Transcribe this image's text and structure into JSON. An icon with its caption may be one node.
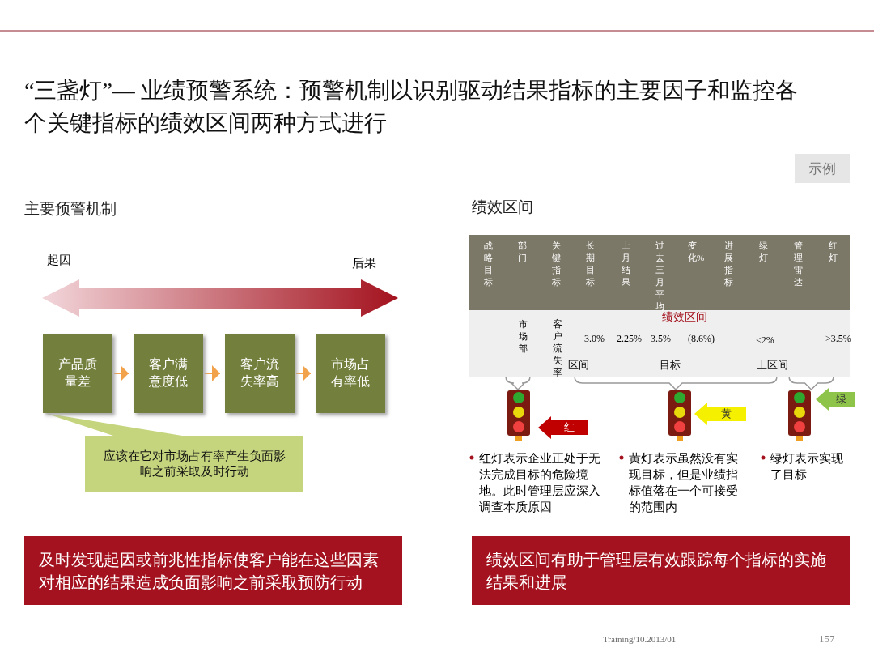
{
  "diagram": {
    "title": "“三盏灯”— 业绩预警系统：预警机制以识别驱动结果指标的主要因子和监控各个关键指标的绩效区间两种方式进行",
    "nodes": [
      {
        "text": [
          "示例"
        ]
      },
      {
        "text": [
          "产品质量差"
        ]
      },
      {
        "text": [
          "客户满意度低"
        ]
      },
      {
        "text": [
          "客户流失率高"
        ]
      },
      {
        "text": [
          "市场占有率低"
        ]
      },
      {
        "text": [
          "应该在它对市场占有率产生负面影响之前采取及时行动"
        ]
      },
      {
        "text": [
          "及时发现起因或前兆性指标使客户能在这些因素对相应的结果造成负面影响之前采取预防行动"
        ]
      },
      {
        "text": [
          "绩效区间有助于管理层有效跟踪每个指标的实施结果和进展"
        ]
      },
      {
        "text": [
          "红"
        ]
      },
      {
        "text": [
          "黄"
        ]
      },
      {
        "text": [
          "绿"
        ]
      }
    ],
    "edges": [
      {
        "from": 1,
        "to": 2,
        "arrow": "to"
      },
      {
        "from": 2,
        "to": 3,
        "arrow": "to"
      },
      {
        "from": 3,
        "to": 4,
        "arrow": "to"
      }
    ],
    "labels": [
      "主要预警机制",
      "绩效区间",
      "起因",
      "后果",
      "战略目标",
      "部门",
      "关键指标",
      "长期目标",
      "上月结果",
      "过去三月平均",
      "变化%",
      "进展指标",
      "绿灯",
      "管理雷达",
      "红灯",
      "绩效区间",
      "市场部",
      "客户流失率",
      "区间",
      "3.0%",
      "2.25%",
      "3.5%",
      "目标",
      "(8.6%)",
      "<2%",
      "上区间",
      ">3.5%",
      "红灯表示企业正处于无法完成目标的危险境地。此时管理层应深入调查本质原因",
      "黄灯表示虽然没有实现目标，但是业绩指标值落在一个可接受的范围内",
      "绿灯表示实现了目标",
      "Training/10.2013/01",
      "157"
    ]
  }
}
